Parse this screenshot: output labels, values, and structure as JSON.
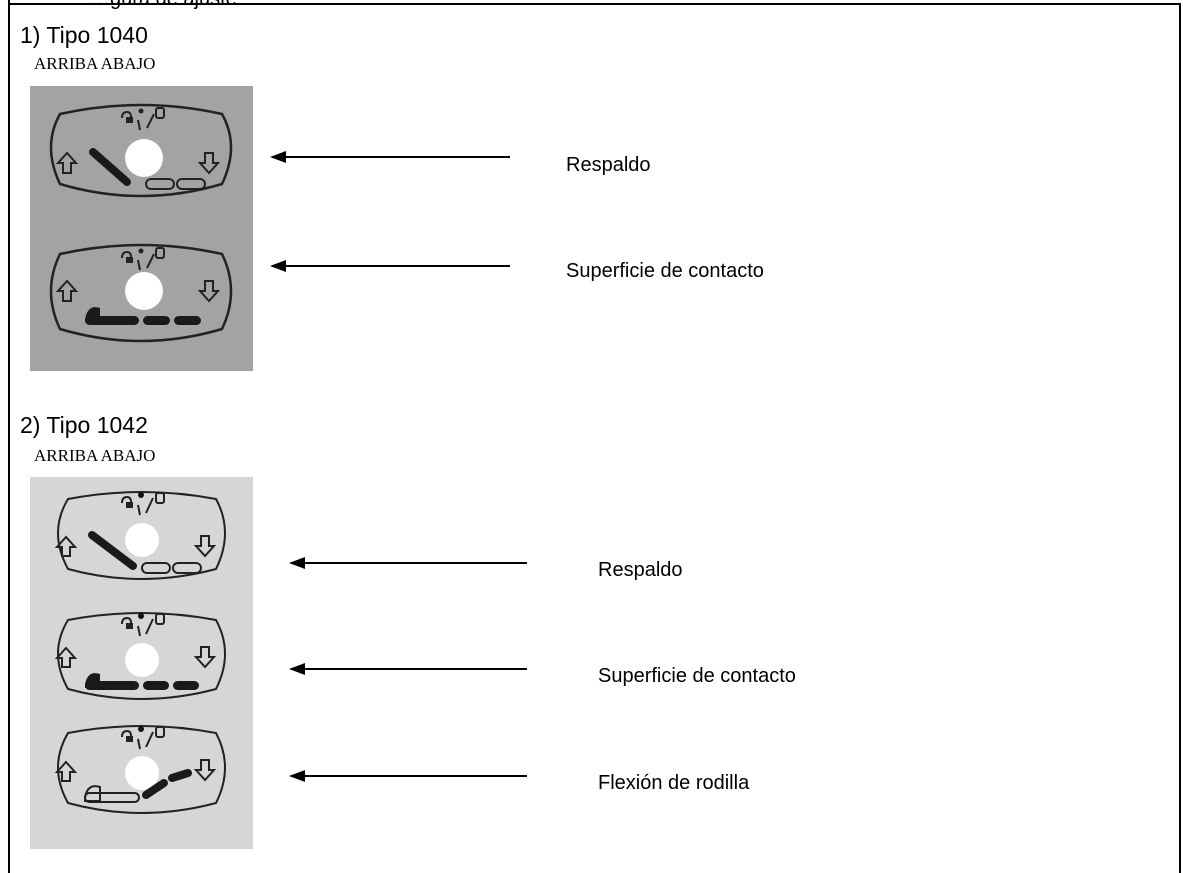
{
  "header_fragment": "…gura de ajuste",
  "section1": {
    "title": "1) Tipo 1040",
    "caption": "ARRIBA  ABAJO",
    "labels": [
      "Respaldo",
      "Superficie de contacto"
    ]
  },
  "section2": {
    "title": "2) Tipo 1042",
    "caption": "ARRIBA ABAJO",
    "labels": [
      "Respaldo",
      "Superficie de contacto",
      "Flexión de rodilla"
    ]
  },
  "colors": {
    "panel1_bg": "#a3a3a3",
    "panel2_bg": "#d6d6d6",
    "button": "#000000"
  },
  "icons": [
    "up-arrow-icon",
    "down-arrow-icon",
    "unlock-icon",
    "lock-icon",
    "backrest-icon",
    "seat-surface-icon",
    "knee-bend-icon"
  ]
}
